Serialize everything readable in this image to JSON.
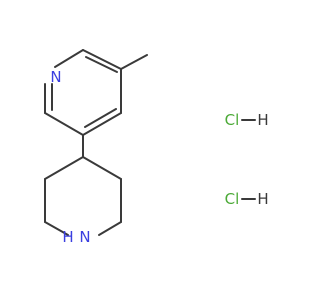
{
  "molecule": {
    "atom_labels": {
      "pyridine_nitrogen": "N",
      "piperidine_nitrogen": "N",
      "piperidine_hydrogen": "H"
    },
    "salts": [
      {
        "chlorine": "Cl",
        "hydrogen": "H"
      },
      {
        "chlorine": "Cl",
        "hydrogen": "H"
      }
    ]
  },
  "colors": {
    "bond": "#3a3a3a",
    "nitrogen": "#3b3fe0",
    "chlorine": "#4caa38",
    "hydrogen": "#3a3a3a"
  }
}
